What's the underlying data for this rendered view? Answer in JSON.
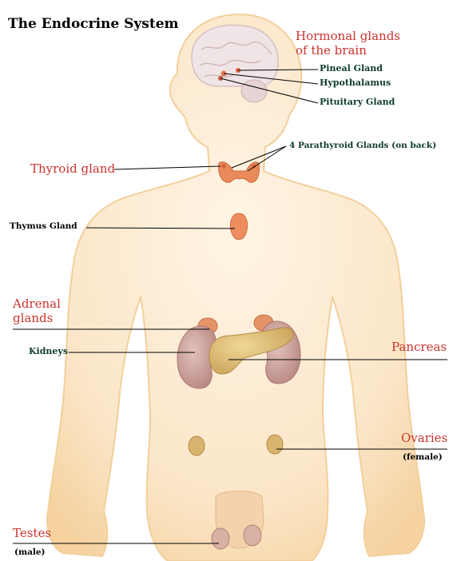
{
  "title": "The Endocrine System",
  "labels": {
    "hormonal_glands": "Hormonal glands",
    "of_the_brain": "of the brain",
    "pineal": "Pineal Gland",
    "hypothalamus": "Hypothalamus",
    "pituitary": "Pituitary Gland",
    "parathyroid": "4 Parathyroid Glands (on back)",
    "thyroid": "Thyroid  gland",
    "thymus": "Thymus Gland",
    "adrenal_1": "Adrenal",
    "adrenal_2": "glands",
    "kidneys": "Kidneys",
    "pancreas": "Pancreas",
    "ovaries": "Ovaries",
    "female": "(female)",
    "testes": "Testes",
    "male": "(male)"
  },
  "colors": {
    "skin": "#fbe3c1",
    "skin_edge": "#f6d3a4",
    "label_red": "#c9332e",
    "label_dark": "#0d3a30",
    "gland_orange": "#e88a5a",
    "kidney": "#c89a94",
    "pancreas": "#d9b772"
  }
}
